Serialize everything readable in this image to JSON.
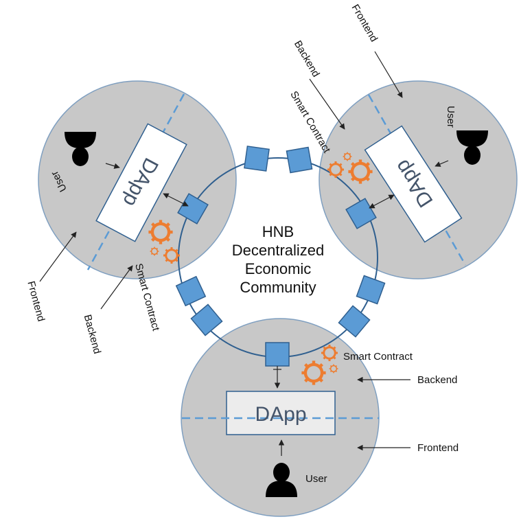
{
  "title": {
    "line1": "HNB",
    "line2": "Decentralized",
    "line3": "Economic",
    "line4": "Community"
  },
  "nodes": {
    "left": {
      "dapp": "DApp",
      "user": "User",
      "frontend": "Frontend",
      "backend": "Backend",
      "smart_contract": "Smart Contract"
    },
    "right": {
      "dapp": "DApp",
      "user": "User",
      "frontend": "Frontend",
      "backend": "Backend",
      "smart_contract": "Smart Contract"
    },
    "bottom": {
      "dapp": "DApp",
      "user": "User",
      "frontend": "Frontend",
      "backend": "Backend",
      "smart_contract": "Smart Contract"
    }
  },
  "colors": {
    "node_fill": "#c8c8c8",
    "ring_stroke": "#2f5f8f",
    "block_fill": "#5b9bd5",
    "gear": "#ed7d31",
    "dashed": "#5b9bd5"
  },
  "icons": [
    "user-icon",
    "gear-icon",
    "block-icon"
  ]
}
